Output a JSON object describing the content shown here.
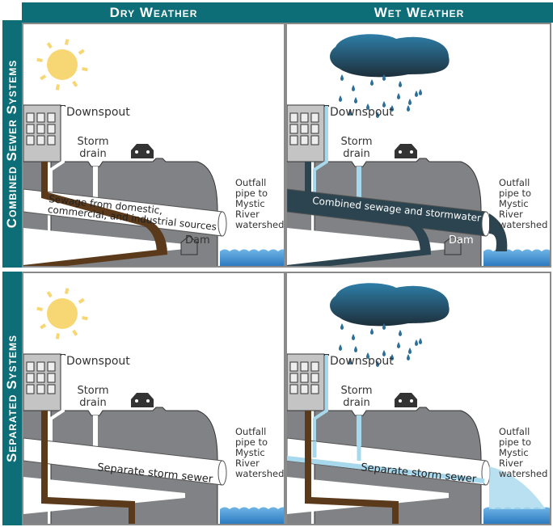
{
  "columns": [
    "Dry Weather",
    "Wet Weather"
  ],
  "rows": [
    "Combined Sewer Systems",
    "Separated Systems"
  ],
  "colors": {
    "header": "#0e6e78",
    "ground": "#808285",
    "sewage": "#5a3a1a",
    "stormwater": "#a8d8ec",
    "combined": "#2c4450",
    "water": "#3a8fd0",
    "sun": "#f7d774"
  },
  "panels": [
    {
      "weather": "dry",
      "system": "combined",
      "icon": "sun-icon",
      "downspout": "Downspout",
      "storm_drain": "Storm drain",
      "pipe_label": "Sewage from domestic, commercial, and industrial sources",
      "dam": "Dam",
      "outfall": "Outfall pipe to Mystic River watershed"
    },
    {
      "weather": "wet",
      "system": "combined",
      "icon": "rain-cloud-icon",
      "downspout": "Downspout",
      "storm_drain": "Storm drain",
      "pipe_label": "Combined sewage and stormwater",
      "dam": "Dam",
      "outfall": "Outfall pipe to Mystic River watershed"
    },
    {
      "weather": "dry",
      "system": "separated",
      "icon": "sun-icon",
      "downspout": "Downspout",
      "storm_drain": "Storm drain",
      "pipe_label": "Separate storm sewer",
      "outfall": "Outfall pipe to Mystic River watershed"
    },
    {
      "weather": "wet",
      "system": "separated",
      "icon": "rain-cloud-icon",
      "downspout": "Downspout",
      "storm_drain": "Storm drain",
      "pipe_label": "Separate storm sewer",
      "outfall": "Outfall pipe to Mystic River watershed"
    }
  ]
}
